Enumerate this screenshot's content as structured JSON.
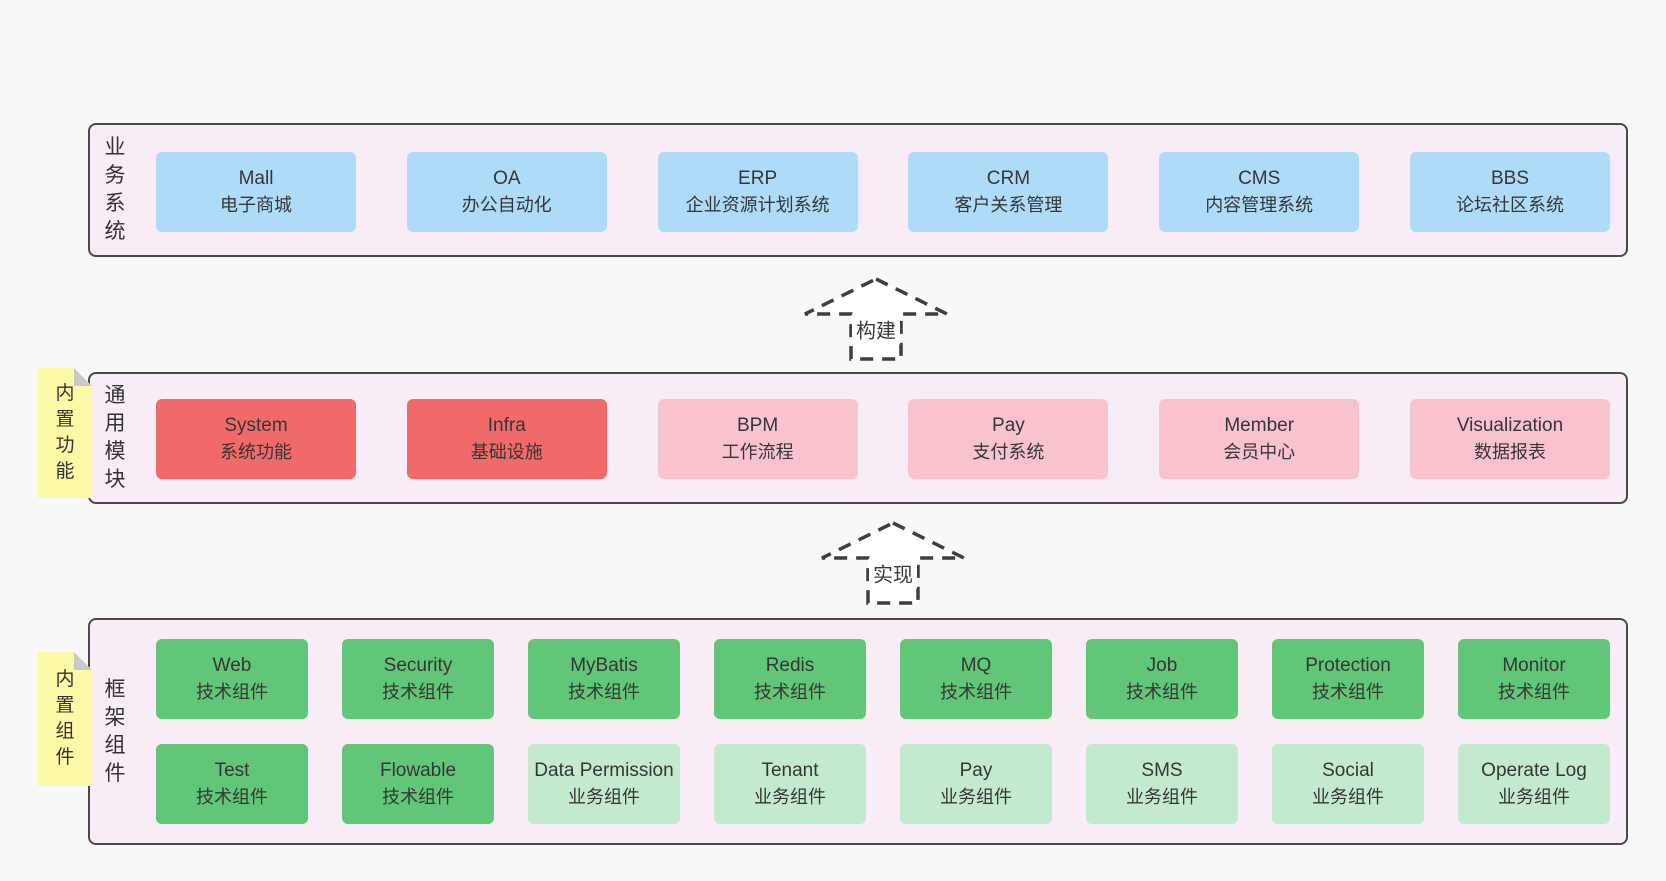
{
  "colors": {
    "page_bg": "#f8f8f8",
    "layer_bg": "#f8edf6",
    "layer_border": "#4a4a4a",
    "blue_box": "#aedcf8",
    "red_box": "#f16a6a",
    "pink_box": "#f9c3cd",
    "green_box": "#61c677",
    "light_green_box": "#c3e9ce",
    "note_bg": "#fbf9a5",
    "note_fold": "#c9c9c9",
    "arrow_stroke": "#3f3f3f",
    "text": "#363636"
  },
  "arrows": {
    "build": "构建",
    "implement": "实现"
  },
  "layers": {
    "business": {
      "label": "业\n务\n系\n统",
      "boxes": [
        {
          "name": "Mall",
          "desc": "电子商城",
          "variant": "blue"
        },
        {
          "name": "OA",
          "desc": "办公自动化",
          "variant": "blue"
        },
        {
          "name": "ERP",
          "desc": "企业资源计划系统",
          "variant": "blue"
        },
        {
          "name": "CRM",
          "desc": "客户关系管理",
          "variant": "blue"
        },
        {
          "name": "CMS",
          "desc": "内容管理系统",
          "variant": "blue"
        },
        {
          "name": "BBS",
          "desc": "论坛社区系统",
          "variant": "blue"
        }
      ]
    },
    "modules": {
      "label": "通\n用\n模\n块",
      "note": "内\n置\n功\n能",
      "boxes": [
        {
          "name": "System",
          "desc": "系统功能",
          "variant": "red"
        },
        {
          "name": "Infra",
          "desc": "基础设施",
          "variant": "red"
        },
        {
          "name": "BPM",
          "desc": "工作流程",
          "variant": "pink"
        },
        {
          "name": "Pay",
          "desc": "支付系统",
          "variant": "pink"
        },
        {
          "name": "Member",
          "desc": "会员中心",
          "variant": "pink"
        },
        {
          "name": "Visualization",
          "desc": "数据报表",
          "variant": "pink"
        }
      ]
    },
    "components": {
      "label": "框\n架\n组\n件",
      "note": "内\n置\n组\n件",
      "rows": [
        [
          {
            "name": "Web",
            "desc": "技术组件",
            "variant": "green"
          },
          {
            "name": "Security",
            "desc": "技术组件",
            "variant": "green"
          },
          {
            "name": "MyBatis",
            "desc": "技术组件",
            "variant": "green"
          },
          {
            "name": "Redis",
            "desc": "技术组件",
            "variant": "green"
          },
          {
            "name": "MQ",
            "desc": "技术组件",
            "variant": "green"
          },
          {
            "name": "Job",
            "desc": "技术组件",
            "variant": "green"
          },
          {
            "name": "Protection",
            "desc": "技术组件",
            "variant": "green"
          },
          {
            "name": "Monitor",
            "desc": "技术组件",
            "variant": "green"
          }
        ],
        [
          {
            "name": "Test",
            "desc": "技术组件",
            "variant": "green"
          },
          {
            "name": "Flowable",
            "desc": "技术组件",
            "variant": "green"
          },
          {
            "name": "Data Permission",
            "desc": "业务组件",
            "variant": "lightgreen"
          },
          {
            "name": "Tenant",
            "desc": "业务组件",
            "variant": "lightgreen"
          },
          {
            "name": "Pay",
            "desc": "业务组件",
            "variant": "lightgreen"
          },
          {
            "name": "SMS",
            "desc": "业务组件",
            "variant": "lightgreen"
          },
          {
            "name": "Social",
            "desc": "业务组件",
            "variant": "lightgreen"
          },
          {
            "name": "Operate Log",
            "desc": "业务组件",
            "variant": "lightgreen"
          }
        ]
      ]
    }
  }
}
